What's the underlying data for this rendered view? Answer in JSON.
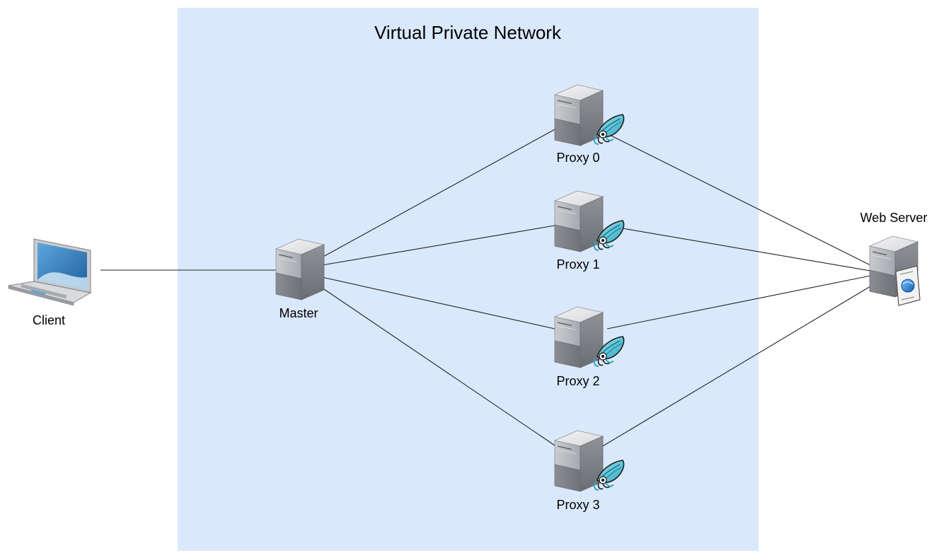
{
  "diagram": {
    "vpn_label": "Virtual Private Network",
    "nodes": {
      "client": {
        "label": "Client",
        "icon": "laptop-icon"
      },
      "master": {
        "label": "Master",
        "icon": "server-icon"
      },
      "proxy0": {
        "label": "Proxy 0",
        "icon": "squid-proxy-server-icon"
      },
      "proxy1": {
        "label": "Proxy 1",
        "icon": "squid-proxy-server-icon"
      },
      "proxy2": {
        "label": "Proxy 2",
        "icon": "squid-proxy-server-icon"
      },
      "proxy3": {
        "label": "Proxy 3",
        "icon": "squid-proxy-server-icon"
      },
      "webserver": {
        "label": "Web Server",
        "icon": "web-server-icon"
      }
    },
    "edges": [
      {
        "from": "Client",
        "to": "Master"
      },
      {
        "from": "Master",
        "to": "Proxy 0"
      },
      {
        "from": "Master",
        "to": "Proxy 1"
      },
      {
        "from": "Master",
        "to": "Proxy 2"
      },
      {
        "from": "Master",
        "to": "Proxy 3"
      },
      {
        "from": "Proxy 0",
        "to": "Web Server"
      },
      {
        "from": "Proxy 1",
        "to": "Web Server"
      },
      {
        "from": "Proxy 2",
        "to": "Web Server"
      },
      {
        "from": "Proxy 3",
        "to": "Web Server"
      }
    ],
    "colors": {
      "vpn_fill": "#dae8fc",
      "squid_body": "#5bc4d6",
      "server_body": "#a9acb1",
      "screen_blue": "#2d7fbf"
    }
  }
}
